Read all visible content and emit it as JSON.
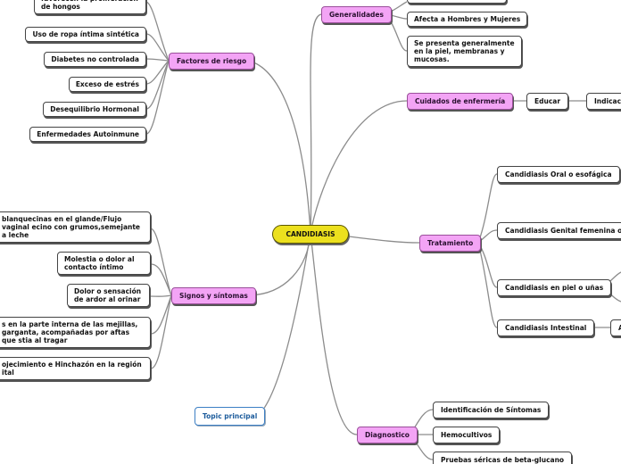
{
  "center": "CANDIDIASIS",
  "topic": "Topic principal",
  "generalidades": {
    "label": "Generalidades",
    "children": [
      "Afecta a Hombres y Mujeres",
      "Se presenta generalmente en la piel, membranas y mucosas."
    ]
  },
  "factores": {
    "label": "Factores de riesgo",
    "children": [
      "favorecen la proliferación de hongos",
      "Uso de ropa íntima sintética",
      "Diabetes no controlada",
      "Exceso de estrés",
      "Desequilibrio Hormonal",
      "Enfermedades Autoinmune"
    ]
  },
  "cuidados": {
    "label": "Cuidados de enfermería",
    "educar": "Educar",
    "indicaciones": "Indicaci"
  },
  "tratamiento": {
    "label": "Tratamiento",
    "children": [
      "Candidiasis Oral o esofágica",
      "Candidiasis Genital femenina o m",
      "Candidiasis en piel o uñas",
      "Candidiasis Intestinal"
    ],
    "intestinal_child": "A"
  },
  "signos": {
    "label": "Signos y síntomas",
    "children": [
      "blanquecinas en el glande/Flujo vaginal ecino con grumos,semejante a leche",
      "Molestia o dolor al contacto íntimo",
      "Dolor o sensación de ardor al orinar",
      "s en la parte interna de las mejillas, garganta, acompañadas por aftas que stia al tragar",
      "ojecimiento e Hinchazón en la región ital"
    ]
  },
  "diagnostico": {
    "label": "Diagnostico",
    "children": [
      "Identificación de Síntomas",
      "Hemocultivos",
      "Pruebas séricas de beta-glucano"
    ]
  }
}
